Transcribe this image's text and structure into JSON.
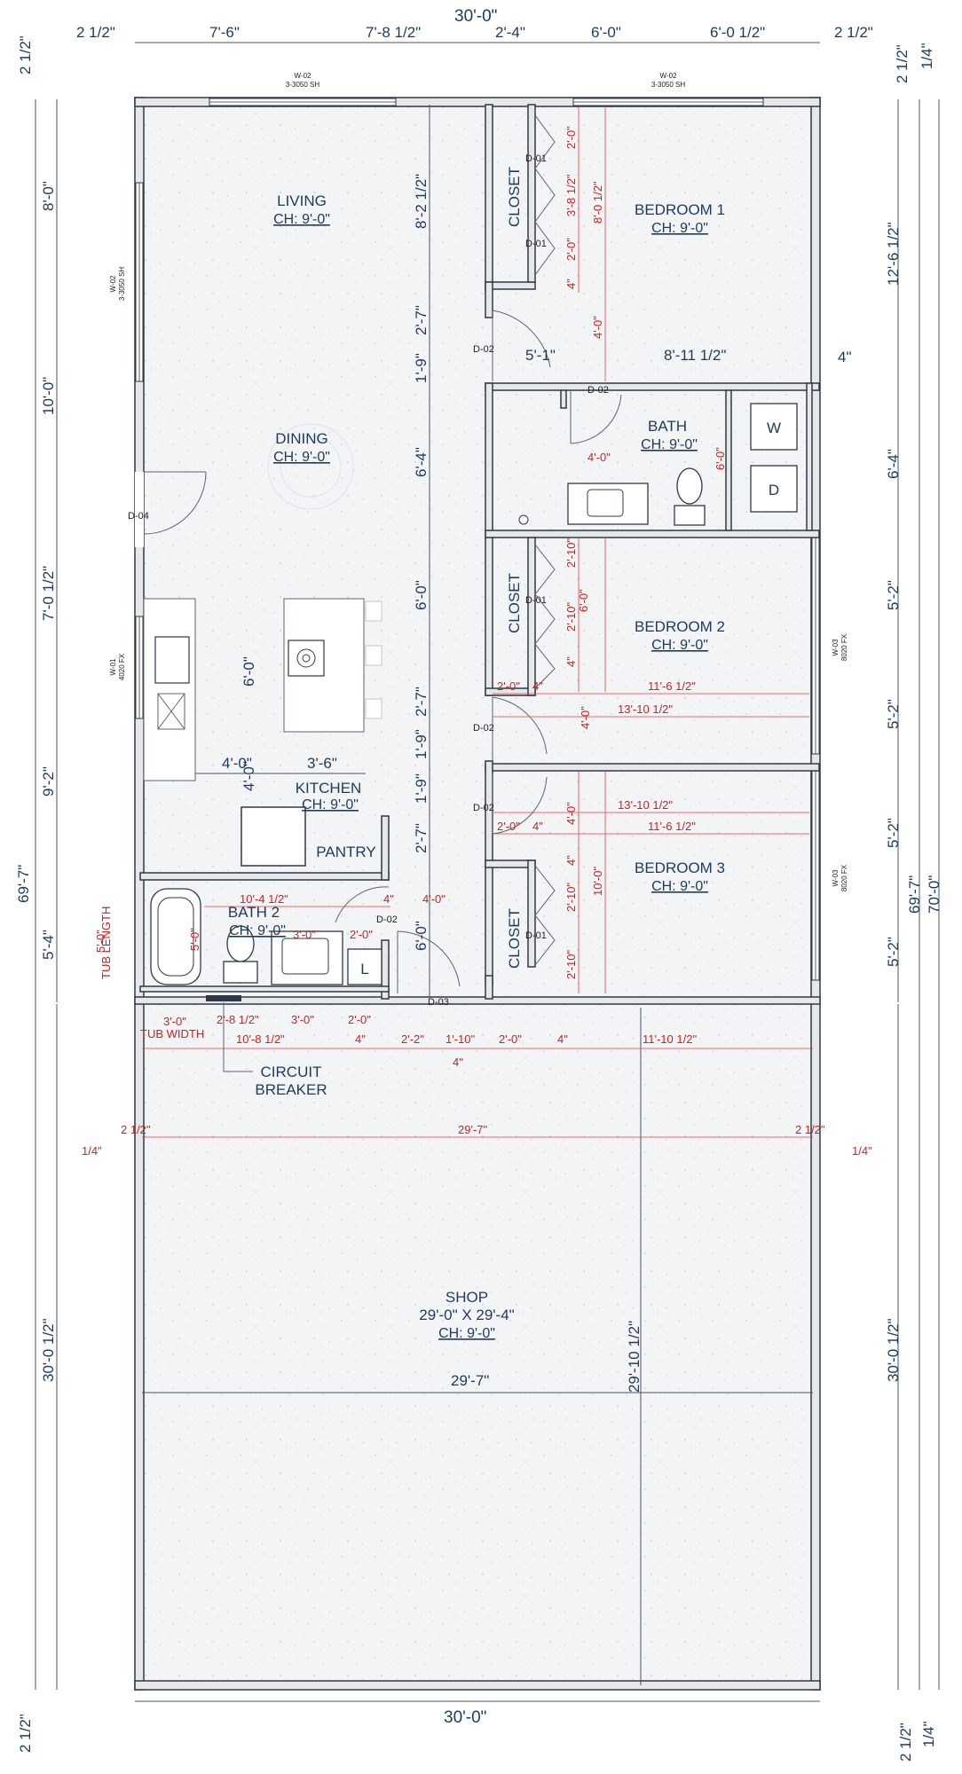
{
  "rooms": {
    "living": {
      "name": "LIVING",
      "ch": "CH: 9'-0\""
    },
    "dining": {
      "name": "DINING",
      "ch": "CH: 9'-0\""
    },
    "kitchen": {
      "name": "KITCHEN",
      "ch": "CH: 9'-0\""
    },
    "pantry": {
      "name": "PANTRY"
    },
    "bath2": {
      "name": "BATH 2",
      "ch": "CH: 9'-0\""
    },
    "bedroom1": {
      "name": "BEDROOM 1",
      "ch": "CH: 9'-0\""
    },
    "bath": {
      "name": "BATH",
      "ch": "CH: 9'-0\""
    },
    "bedroom2": {
      "name": "BEDROOM 2",
      "ch": "CH: 9'-0\""
    },
    "bedroom3": {
      "name": "BEDROOM 3",
      "ch": "CH: 9'-0\""
    },
    "closet": "CLOSET",
    "shop": {
      "name": "SHOP",
      "size": "29'-0\" X 29'-4\"",
      "ch": "CH: 9'-0\""
    }
  },
  "appliances": {
    "washer": "W",
    "dryer": "D",
    "laundry": "L"
  },
  "labels": {
    "circuit1": "CIRCUIT",
    "circuit2": "BREAKER",
    "tub_width": "TUB WIDTH",
    "tub_length": "TUB LENGTH"
  },
  "windows": {
    "w02": "W-02",
    "w02_spec": "3-3050 SH",
    "w01": "W-01",
    "w01_spec": "4020 FX",
    "w03": "W-03",
    "w03_spec": "8020 FX"
  },
  "doors": {
    "d01": "D-01",
    "d02": "D-02",
    "d03": "D-03",
    "d04": "D-04"
  },
  "dims_top": [
    "30'-0\"",
    "2 1/2\"",
    "7'-6\"",
    "7'-8 1/2\"",
    "2'-4\"",
    "6'-0\"",
    "6'-0 1/2\"",
    "2 1/2\"",
    "2 1/2\"",
    "1/4\"",
    "2 1/2\""
  ],
  "dims_bottom": [
    "30'-0\"",
    "2 1/2\"",
    "2 1/2\"",
    "1/4\""
  ],
  "dims_left": [
    "8'-0\"",
    "10'-0\"",
    "7'-0 1/2\"",
    "9'-2\"",
    "69'-7\"",
    "5'-4\"",
    "30'-0 1/2\""
  ],
  "dims_right": [
    "12'-6 1/2\"",
    "6'-4\"",
    "5'-2\"",
    "5'-2\"",
    "5'-2\"",
    "5'-2\"",
    "69'-7\"",
    "70'-0\"",
    "30'-0 1/2\"",
    "4\""
  ],
  "dims_interior": [
    "8'-2 1/2\"",
    "2'-7\"",
    "1'-9\"",
    "6'-4\"",
    "6'-0\"",
    "2'-7\"",
    "1'-9\"",
    "1'-9\"",
    "2'-7\"",
    "6'-0\"",
    "5'-1\"",
    "8'-11 1/2\"",
    "6'-0\"",
    "4'-0\"",
    "4'-0\"",
    "3'-6\"",
    "29'-10 1/2\"",
    "29'-7\""
  ],
  "dims_red": [
    "2'-0\"",
    "3'-8 1/2\"",
    "8'-0 1/2\"",
    "2'-0\"",
    "4\"",
    "4'-0\"",
    "4'-0\"",
    "6'-0\"",
    "2'-10\"",
    "6'-0\"",
    "2'-10\"",
    "4\"",
    "2'-0\"",
    "4\"",
    "11'-6 1/2\"",
    "13'-10 1/2\"",
    "4'-0\"",
    "4'-0\"",
    "13'-10 1/2\"",
    "2'-0\"",
    "4\"",
    "11'-6 1/2\"",
    "4\"",
    "2'-10\"",
    "10'-0\"",
    "2'-10\"",
    "10'-4 1/2\"",
    "4\"",
    "4'-0\"",
    "3'-0\"",
    "2'-0\"",
    "5'-0\"",
    "5'-0\"",
    "3'-0\"",
    "2'-8 1/2\"",
    "3'-0\"",
    "2'-0\"",
    "10'-8 1/2\"",
    "4\"",
    "2'-2\"",
    "1'-10\"",
    "2'-0\"",
    "4\"",
    "11'-10 1/2\"",
    "4\"",
    "2 1/2\"",
    "29'-7\"",
    "2 1/2\"",
    "1/4\"",
    "1/4\""
  ]
}
